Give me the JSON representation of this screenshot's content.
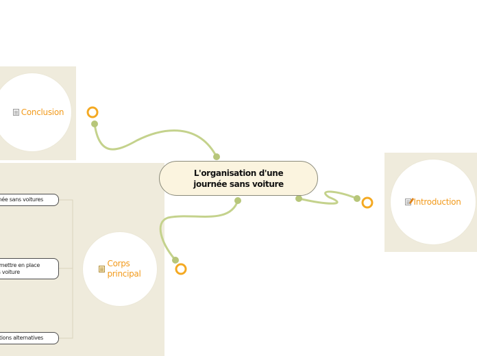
{
  "central_topic": {
    "line1": "L'organisation d'une",
    "line2": "journée sans voiture"
  },
  "topics": {
    "conclusion": {
      "label": "Conclusion",
      "icon": "paper-note-icon"
    },
    "introduction": {
      "label": "Introduction",
      "icon": "pencil-note-icon"
    },
    "corps": {
      "line1": "Corps",
      "line2": "principal",
      "icon": "clipboard-icon"
    }
  },
  "subtopics": {
    "item1": {
      "line1": "rnée sans voitures"
    },
    "item2": {
      "line1": "e mettre en place",
      "line2": "ns voiture"
    },
    "item3": {
      "line1": "ptions alternatives"
    }
  },
  "colors": {
    "panel": "#efebdc",
    "topic_text": "#f29a1b",
    "connector": "#c4d28c",
    "handle": "#f4a922",
    "central_fill": "#fbf4df"
  }
}
